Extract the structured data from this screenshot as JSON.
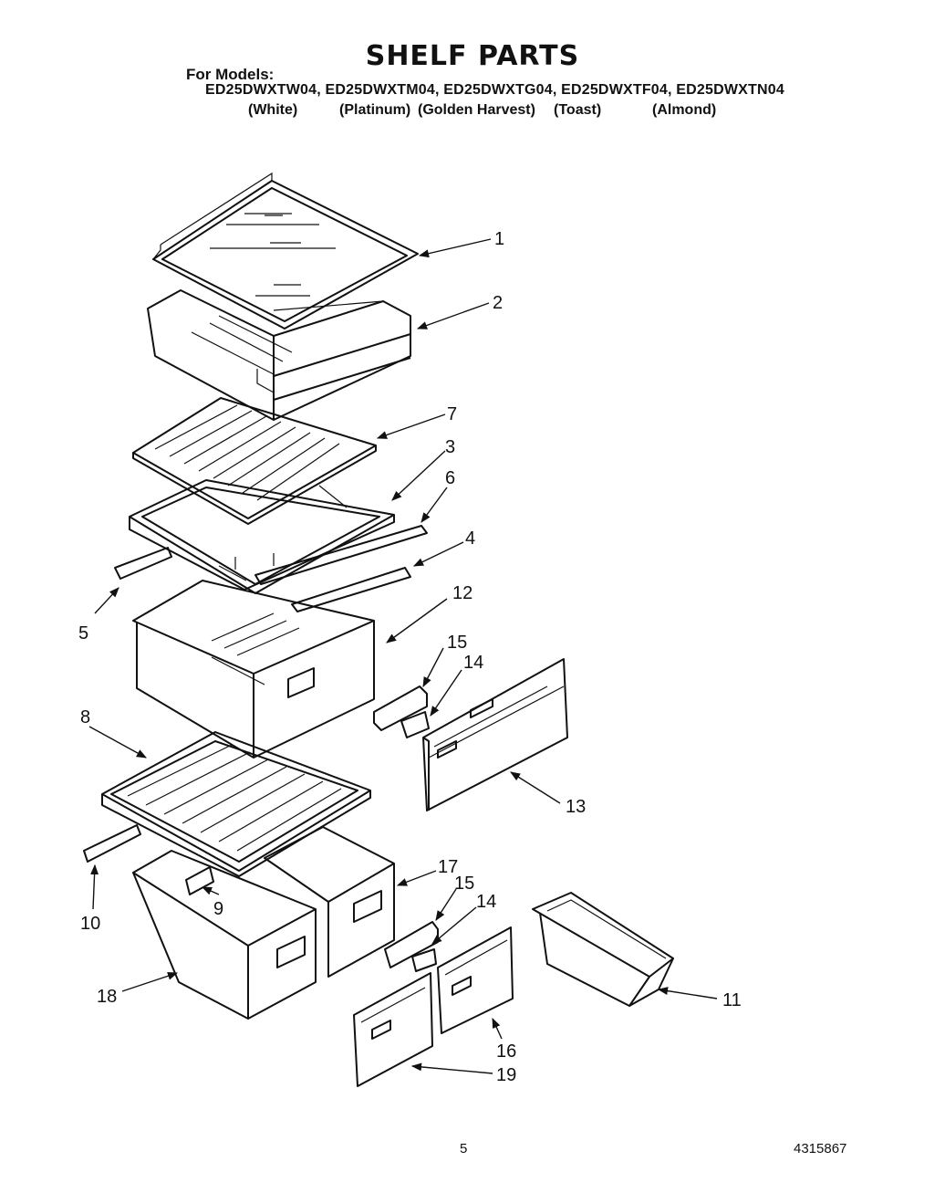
{
  "header": {
    "title": "SHELF PARTS",
    "for_models_label": "For Models:",
    "models_line": "ED25DWXTW04, ED25DWXTM04, ED25DWXTG04, ED25DWXTF04, ED25DWXTN04",
    "colors": [
      "(White)",
      "(Platinum)",
      "(Golden Harvest)",
      "(Toast)",
      "(Almond)"
    ]
  },
  "callouts": [
    "1",
    "2",
    "7",
    "3",
    "6",
    "4",
    "5",
    "12",
    "15",
    "14",
    "8",
    "13",
    "17",
    "15",
    "14",
    "10",
    "9",
    "18",
    "11",
    "16",
    "19"
  ],
  "footer": {
    "page_number": "5",
    "document_number": "4315867"
  }
}
